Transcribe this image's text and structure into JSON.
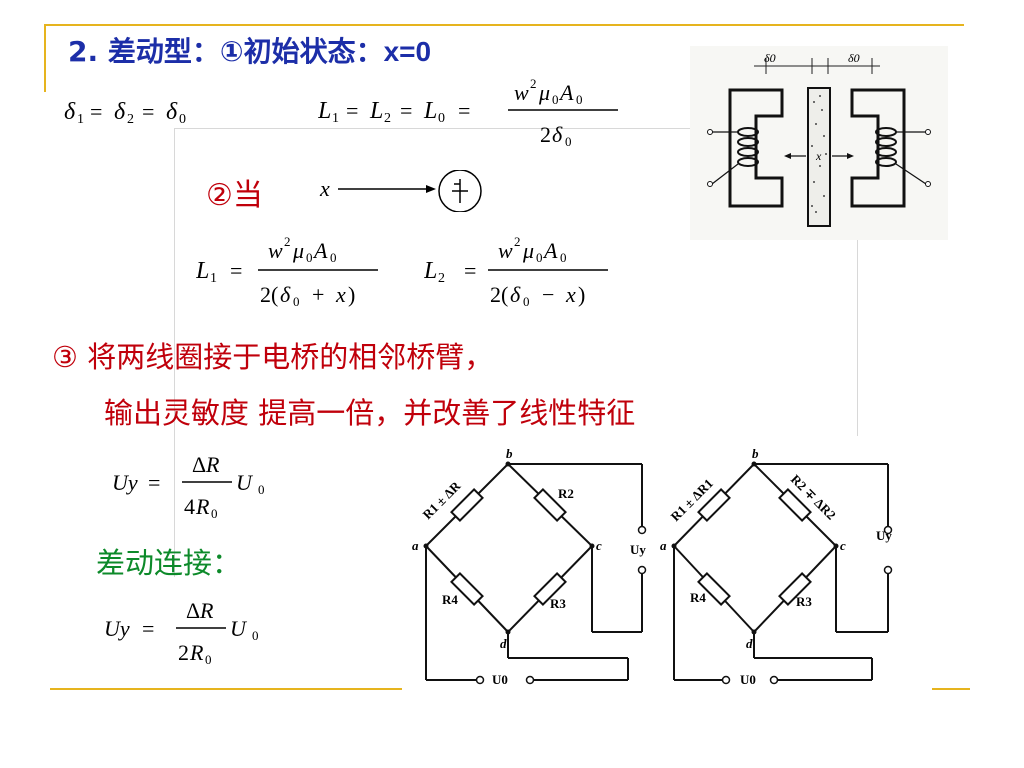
{
  "slide": {
    "title_number": "2.",
    "title_text": "差动型：①初始状态：",
    "title_condition": "x=0",
    "step2_label": "②当",
    "step3_line1": "③ 将两线圈接于电桥的相邻桥臂，",
    "step3_line2": "输出灵敏度 提高一倍，并改善了线性特征",
    "differential_label": "差动连接："
  },
  "equations": {
    "delta_equal": "δ1 = δ2 = δ0",
    "inductance_equal": "L1 = L2 = L0 = w²μ0A0 / 2δ0",
    "l1_displaced": "L1 = w²μ0A0 / 2(δ0 + x)",
    "l2_displaced": "L2 = w²μ0A0 / 2(δ0 − x)",
    "uy_single": "Uy = ΔR / 4R0 · U0",
    "uy_differential": "Uy = ΔR / 2R0 · U0"
  },
  "labels": {
    "x_var": "x",
    "sensor_delta_left": "δ0",
    "sensor_delta_right": "δ0",
    "sensor_x": "x",
    "bridge1": {
      "b": "b",
      "a": "a",
      "c": "c",
      "d": "d",
      "r1": "R1 ± ΔR",
      "r2": "R2",
      "r3": "R3",
      "r4": "R4",
      "uy": "Uy",
      "u0": "U0"
    },
    "bridge2": {
      "b": "b",
      "a": "a",
      "c": "c",
      "d": "d",
      "r1": "R1 ± ΔR1",
      "r2": "R2 ∓ ΔR2",
      "r3": "R3",
      "r4": "R4",
      "uy": "Uy",
      "u0": "U0"
    }
  },
  "colors": {
    "title_blue": "#1c2ea8",
    "red_text": "#c0000b",
    "green_text": "#0d8a2a",
    "accent_gold": "#e6b41e"
  }
}
